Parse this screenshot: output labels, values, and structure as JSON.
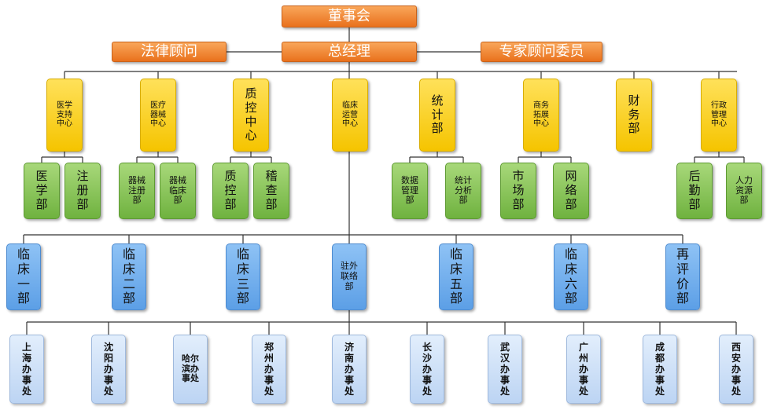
{
  "board": "董事会",
  "gm": "总经理",
  "legal": "法律顾问",
  "experts": "专家顾问委员",
  "centers": [
    {
      "label": "医学\n支持\n中心",
      "subs": [
        "医\n学\n部",
        "注\n册\n部"
      ]
    },
    {
      "label": "医疗\n器械\n中心",
      "subs": [
        "器械\n注册\n部",
        "器械\n临床\n部"
      ]
    },
    {
      "label": "质\n控\n中\n心",
      "subs": [
        "质\n控\n部",
        "稽\n查\n部"
      ]
    },
    {
      "label": "临床\n运营\n中心",
      "subs": []
    },
    {
      "label": "统\n计\n部",
      "subs": [
        "数据\n管理\n部",
        "统计\n分析\n部"
      ]
    },
    {
      "label": "商务\n拓展\n中心",
      "subs": [
        "市\n场\n部",
        "网\n络\n部"
      ]
    },
    {
      "label": "财\n务\n部",
      "subs": []
    },
    {
      "label": "行政\n管理\n中心",
      "subs": [
        "后\n勤\n部",
        "人力\n资源\n部"
      ]
    }
  ],
  "clinical_depts": [
    "临\n床\n一\n部",
    "临\n床\n二\n部",
    "临\n床\n三\n部",
    "驻外\n联络\n部",
    "临\n床\n五\n部",
    "临\n床\n六\n部",
    "再\n评\n价\n部"
  ],
  "offices": [
    "上\n海\n办\n事\n处",
    "沈\n阳\n办\n事\n处",
    "哈尔\n滨办\n事处",
    "郑\n州\n办\n事\n处",
    "济\n南\n办\n事\n处",
    "长\n沙\n办\n事\n处",
    "武\n汉\n办\n事\n处",
    "广\n州\n办\n事\n处",
    "成\n都\n办\n事\n处",
    "西\n安\n办\n事\n处"
  ],
  "colors": {
    "top": "#ee7d22",
    "center": "#f7cc0a",
    "sub": "#82c252",
    "clinical": "#6aaaf0",
    "office": "#cfe0f7",
    "line": "#333333"
  }
}
